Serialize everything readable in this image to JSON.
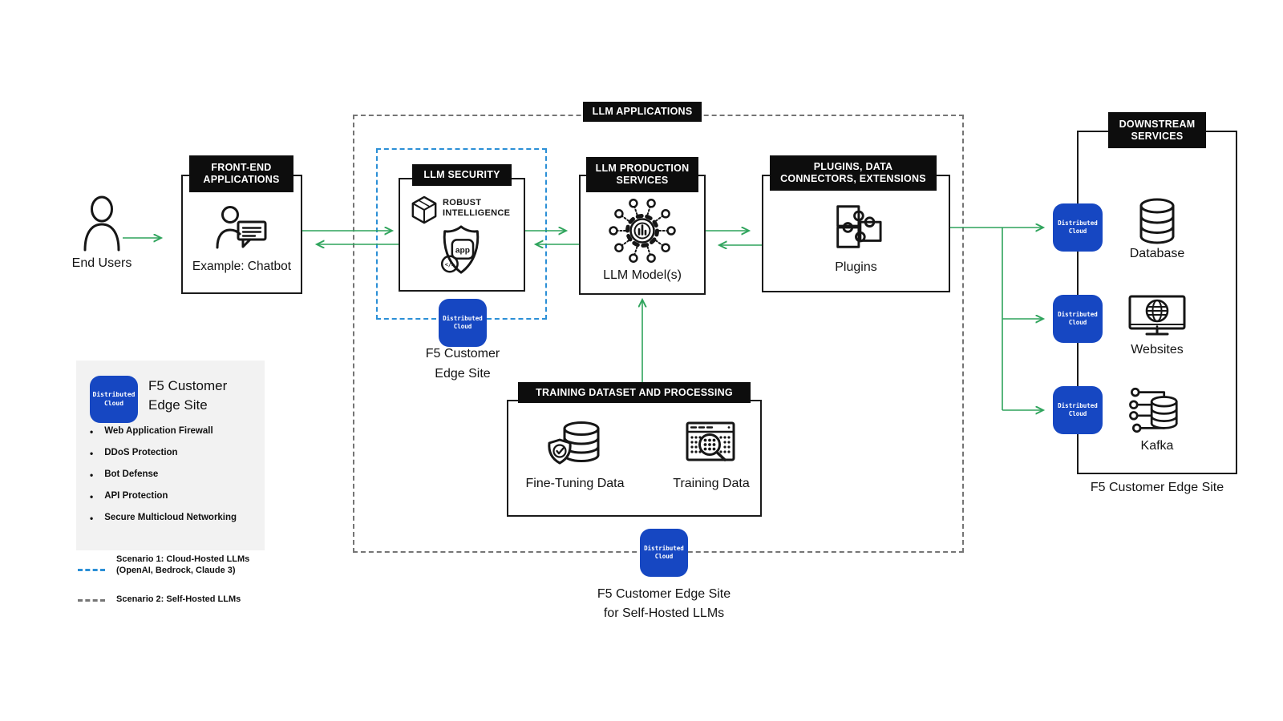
{
  "colors": {
    "accent_blue": "#1647C2",
    "green": "#2FA45C",
    "scenario1_blue": "#2B8FD6",
    "scenario2_gray": "#757575",
    "header_black": "#0D0D0D",
    "legend_bg": "#F2F2F2"
  },
  "badge": {
    "label": "Distributed\nCloud",
    "icon": "distributed-cloud-badge"
  },
  "end_users": {
    "label": "End Users",
    "icon": "person-icon"
  },
  "front_end": {
    "header": "FRONT-END\nAPPLICATIONS",
    "caption": "Example: Chatbot",
    "icon": "chatbot-icon"
  },
  "llm_applications": {
    "header": "LLM APPLICATIONS"
  },
  "llm_security": {
    "header": "LLM SECURITY",
    "vendor": "ROBUST\nINTELLIGENCE",
    "vendor_icon": "robust-intelligence-cube-icon",
    "shield_icon": "app-shield-icon",
    "app_text": "app",
    "code_text": "</>",
    "edge_site_label": "F5 Customer\nEdge Site"
  },
  "llm_production": {
    "header": "LLM PRODUCTION\nSERVICES",
    "caption": "LLM Model(s)",
    "icon": "llm-model-gear-icon"
  },
  "plugins": {
    "header": "PLUGINS, DATA\nCONNECTORS, EXTENSIONS",
    "caption": "Plugins",
    "icon": "puzzle-icon"
  },
  "training": {
    "header": "TRAINING DATASET AND PROCESSING",
    "items": [
      {
        "label": "Fine-Tuning Data",
        "icon": "secured-database-icon"
      },
      {
        "label": "Training Data",
        "icon": "data-inspection-icon"
      }
    ]
  },
  "self_hosted": {
    "label": "F5 Customer Edge Site\nfor Self-Hosted LLMs"
  },
  "downstream": {
    "header": "DOWNSTREAM\nSERVICES",
    "items": [
      {
        "label": "Database",
        "icon": "database-icon"
      },
      {
        "label": "Websites",
        "icon": "websites-icon"
      },
      {
        "label": "Kafka",
        "icon": "kafka-icon"
      }
    ],
    "footer": "F5 Customer Edge Site"
  },
  "legend": {
    "title": "F5 Customer\nEdge Site",
    "bullets": [
      "Web Application Firewall",
      "DDoS Protection",
      "Bot Defense",
      "API Protection",
      "Secure Multicloud Networking"
    ]
  },
  "scenarios": [
    {
      "label": "Scenario 1: Cloud-Hosted LLMs\n(OpenAI, Bedrock, Claude 3)"
    },
    {
      "label": "Scenario 2: Self-Hosted LLMs"
    }
  ]
}
